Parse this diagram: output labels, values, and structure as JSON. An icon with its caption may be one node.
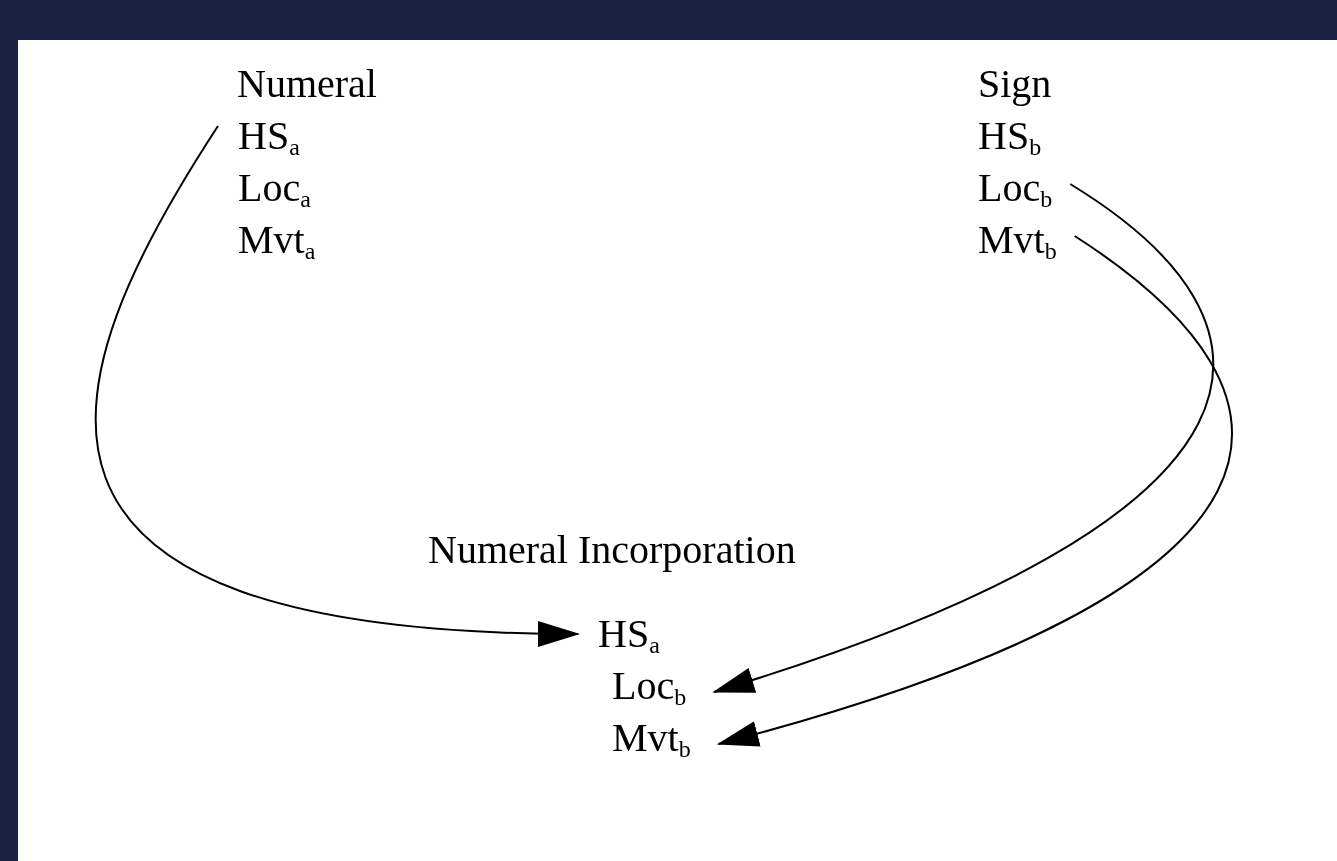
{
  "diagram": {
    "nodes": [
      {
        "text": [
          "HS$_{a}$"
        ]
      },
      {
        "text": [
          "Loc$_{b}$"
        ]
      },
      {
        "text": [
          "Mvt$_{b}$"
        ]
      },
      {
        "text": [
          "HS$_{a}$"
        ]
      },
      {
        "text": [
          "Loc$_{b}$"
        ]
      },
      {
        "text": [
          "Mvt$_{b}$"
        ]
      }
    ],
    "edges": [
      {
        "from": 0,
        "to": 3,
        "arrow": "to"
      },
      {
        "from": 1,
        "to": 4,
        "arrow": "to"
      },
      {
        "from": 2,
        "to": 5,
        "arrow": "to"
      }
    ],
    "labels": [
      "Numeral",
      "Sign",
      "HS$_{b}$",
      "Loc$_{a}$",
      "Mvt$_{a}$",
      "Numeral Incorporation"
    ]
  }
}
